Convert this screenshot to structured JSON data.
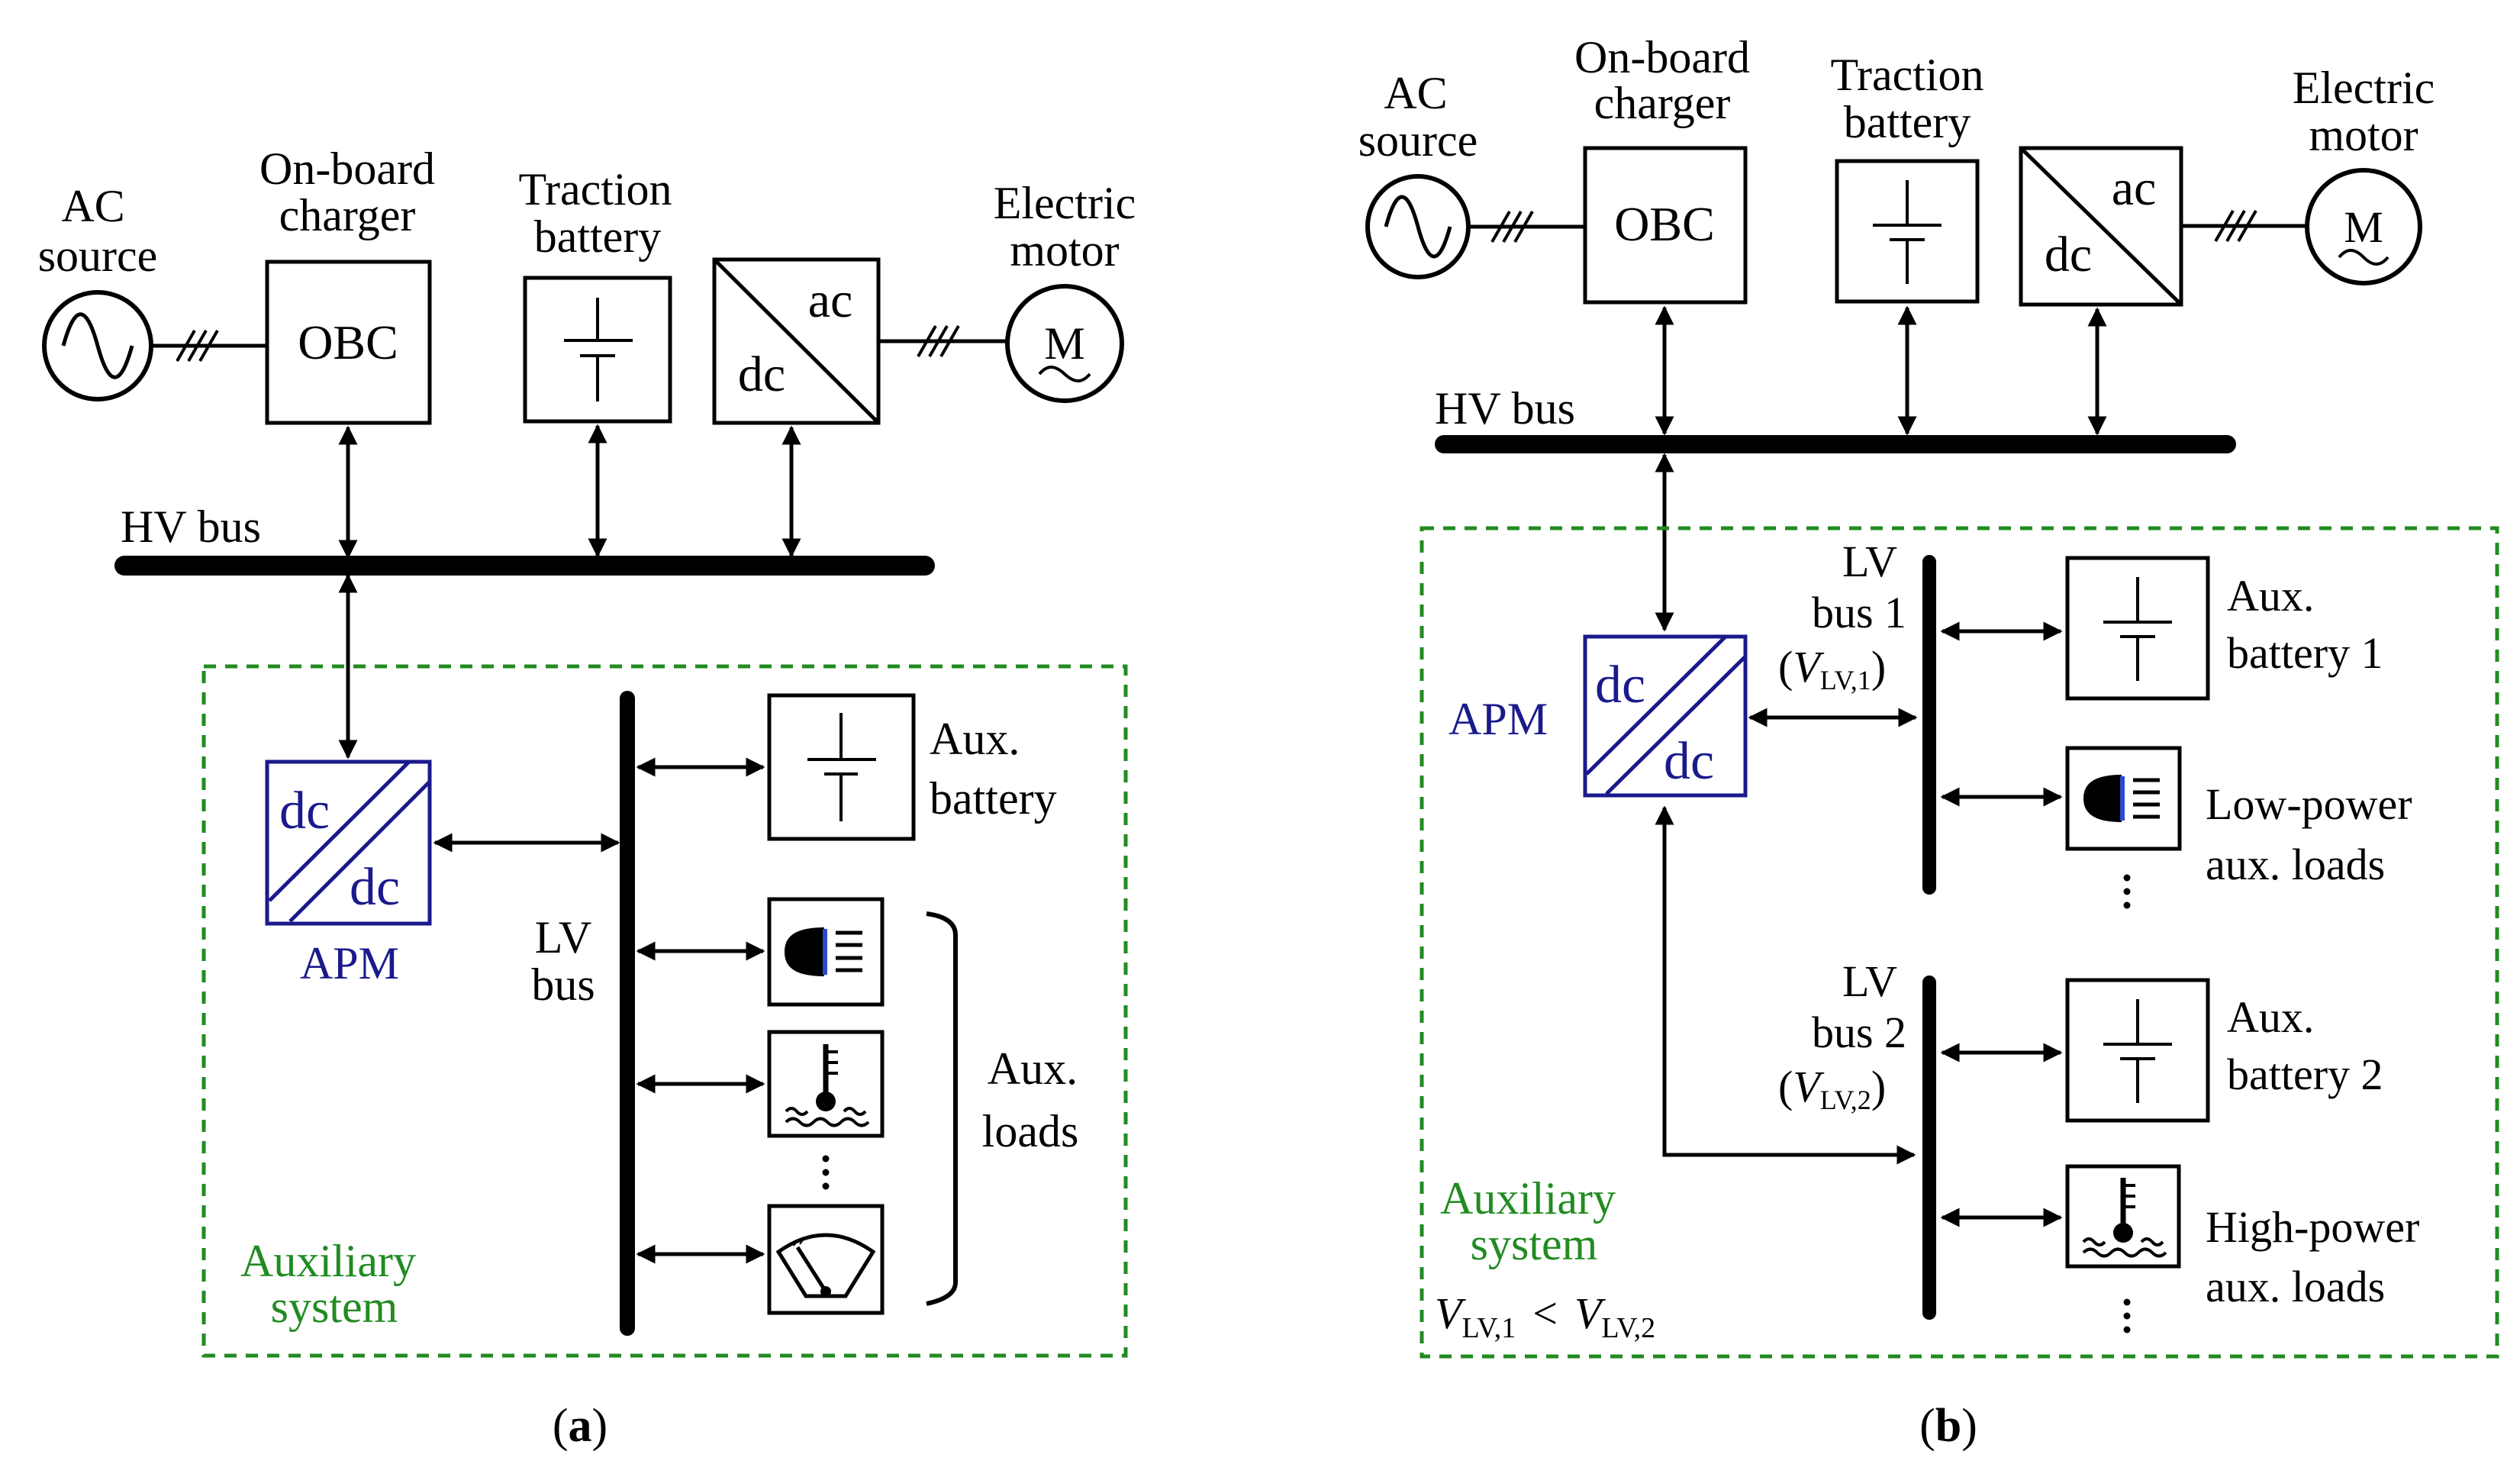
{
  "panel_a": {
    "ac_source": [
      "AC",
      "source"
    ],
    "obc_title": [
      "On-board",
      "charger"
    ],
    "obc": "OBC",
    "traction": [
      "Traction",
      "battery"
    ],
    "inv_ac": "ac",
    "inv_dc": "dc",
    "motor_title": [
      "Electric",
      "motor"
    ],
    "motor": "M",
    "hv_bus": "HV bus",
    "apm_dc1": "dc",
    "apm_dc2": "dc",
    "apm": "APM",
    "lv_bus": [
      "LV",
      "bus"
    ],
    "aux_battery": [
      "Aux.",
      "battery"
    ],
    "aux_loads": [
      "Aux.",
      "loads"
    ],
    "aux_system": [
      "Auxiliary",
      "system"
    ],
    "caption_open": "(",
    "caption_letter": "a",
    "caption_close": ")"
  },
  "panel_b": {
    "ac_source": [
      "AC",
      "source"
    ],
    "obc_title": [
      "On-board",
      "charger"
    ],
    "obc": "OBC",
    "traction": [
      "Traction",
      "battery"
    ],
    "inv_ac": "ac",
    "inv_dc": "dc",
    "motor_title": [
      "Electric",
      "motor"
    ],
    "motor": "M",
    "hv_bus": "HV bus",
    "apm_dc1": "dc",
    "apm_dc2": "dc",
    "apm": "APM",
    "lv_bus1": [
      "LV",
      "bus 1"
    ],
    "v_lv1": {
      "open": "(",
      "V": "V",
      "sub": "LV,1",
      "close": ")"
    },
    "aux_battery1": [
      "Aux.",
      "battery 1"
    ],
    "low_power": [
      "Low-power",
      "aux. loads"
    ],
    "lv_bus2": [
      "LV",
      "bus 2"
    ],
    "v_lv2": {
      "open": "(",
      "V": "V",
      "sub": "LV,2",
      "close": ")"
    },
    "aux_battery2": [
      "Aux.",
      "battery 2"
    ],
    "high_power": [
      "High-power",
      "aux. loads"
    ],
    "aux_system": [
      "Auxiliary",
      "system"
    ],
    "ineq": {
      "V": "V",
      "sub1": "LV,1",
      "lt": "<",
      "sub2": "LV,2"
    },
    "caption_open": "(",
    "caption_letter": "b",
    "caption_close": ")"
  },
  "colors": {
    "apm_blue": "#1a1a8c",
    "aux_green": "#228b22",
    "lamp_blue": "#2a4ad0"
  }
}
